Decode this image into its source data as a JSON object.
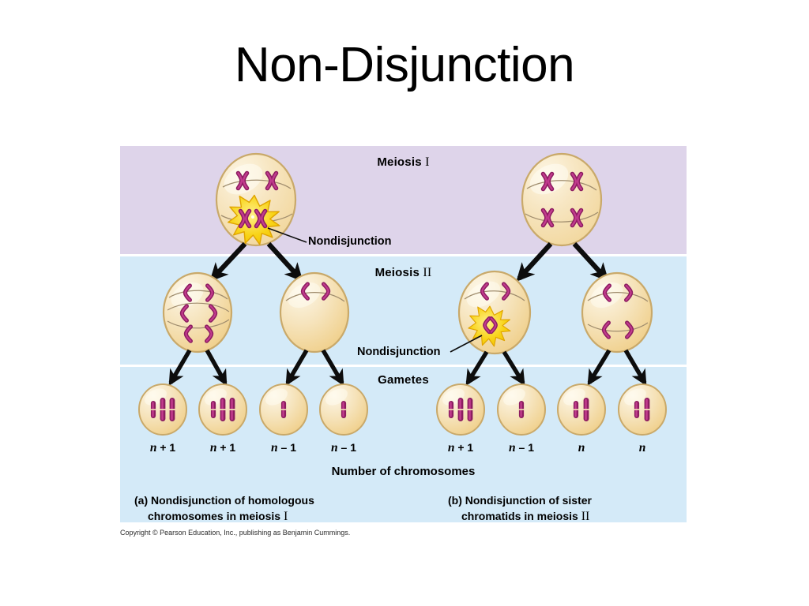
{
  "slide": {
    "title": "Non-Disjunction",
    "background": "#ffffff"
  },
  "figure": {
    "bands": [
      {
        "id": "meiosis-1",
        "title": "Meiosis",
        "numeral": "I",
        "color": "#ded4ea"
      },
      {
        "id": "meiosis-2",
        "title": "Meiosis",
        "numeral": "II",
        "color": "#d4eaf8"
      },
      {
        "id": "gametes",
        "title": "Gametes",
        "numeral": "",
        "color": "#d4eaf8"
      }
    ],
    "annotations": {
      "nondisjunction_1": "Nondisjunction",
      "nondisjunction_2": "Nondisjunction",
      "number_of_chromosomes": "Number of chromosomes"
    },
    "gametes": [
      {
        "label_n": "n",
        "label_op": "+ 1",
        "chromosomes": 3
      },
      {
        "label_n": "n",
        "label_op": "+ 1",
        "chromosomes": 3
      },
      {
        "label_n": "n",
        "label_op": "– 1",
        "chromosomes": 1
      },
      {
        "label_n": "n",
        "label_op": "– 1",
        "chromosomes": 1
      },
      {
        "label_n": "n",
        "label_op": "+ 1",
        "chromosomes": 3
      },
      {
        "label_n": "n",
        "label_op": "– 1",
        "chromosomes": 1
      },
      {
        "label_n": "n",
        "label_op": "",
        "chromosomes": 2
      },
      {
        "label_n": "n",
        "label_op": "",
        "chromosomes": 2
      }
    ],
    "captions": {
      "a_line1": "(a) Nondisjunction of homologous",
      "a_line2": "chromosomes in meiosis",
      "a_numeral": "I",
      "b_line1": "(b) Nondisjunction of sister",
      "b_line2": "chromatids in meiosis",
      "b_numeral": "II"
    },
    "copyright": "Copyright © Pearson Education, Inc., publishing as Benjamin Cummings.",
    "colors": {
      "cell_fill": "#f6e3bb",
      "cell_highlight": "#fdf4dd",
      "cell_outline": "#c9a96a",
      "chromosome": "#b52a7d",
      "chromosome_dark": "#8c1d60",
      "starburst": "#f7d417",
      "starburst_outline": "#e0a400",
      "arrow": "#0d0d0d",
      "spindle": "#8a7a62"
    }
  }
}
